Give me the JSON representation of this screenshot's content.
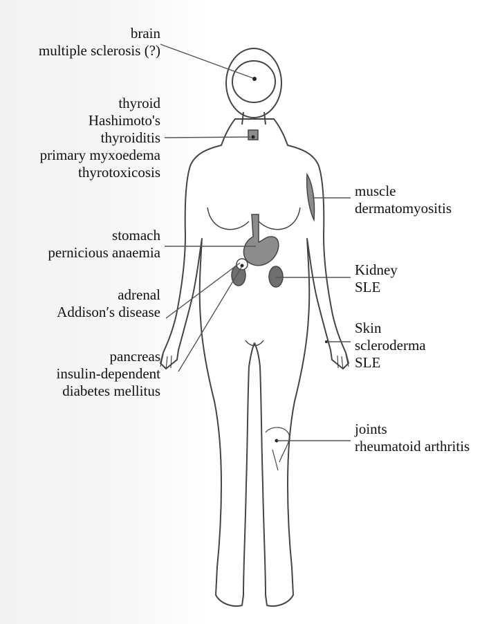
{
  "labels": {
    "brain": {
      "organ": "brain",
      "diseases": [
        "multiple sclerosis (?)"
      ]
    },
    "thyroid": {
      "organ": "thyroid",
      "diseases": [
        "Hashimoto's",
        "thyroiditis",
        "primary myxoedema",
        "thyrotoxicosis"
      ]
    },
    "stomach": {
      "organ": "stomach",
      "diseases": [
        "pernicious anaemia"
      ]
    },
    "adrenal": {
      "organ": "adrenal",
      "diseases": [
        "Addison′s disease"
      ]
    },
    "pancreas": {
      "organ": "pancreas",
      "diseases": [
        "insulin-dependent",
        "diabetes mellitus"
      ]
    },
    "muscle": {
      "organ": "muscle",
      "diseases": [
        "dermatomyositis"
      ]
    },
    "kidney": {
      "organ": "Kidney",
      "diseases": [
        "SLE"
      ]
    },
    "skin": {
      "organ": "Skin",
      "diseases": [
        "scleroderma",
        "SLE"
      ]
    },
    "joints": {
      "organ": "joints",
      "diseases": [
        "rheumatoid arthritis"
      ]
    }
  },
  "colors": {
    "outline": "#444444",
    "organ_fill": "#8c8c8c",
    "kidney_fill": "#6f6f6f",
    "leader_line": "#555555"
  }
}
